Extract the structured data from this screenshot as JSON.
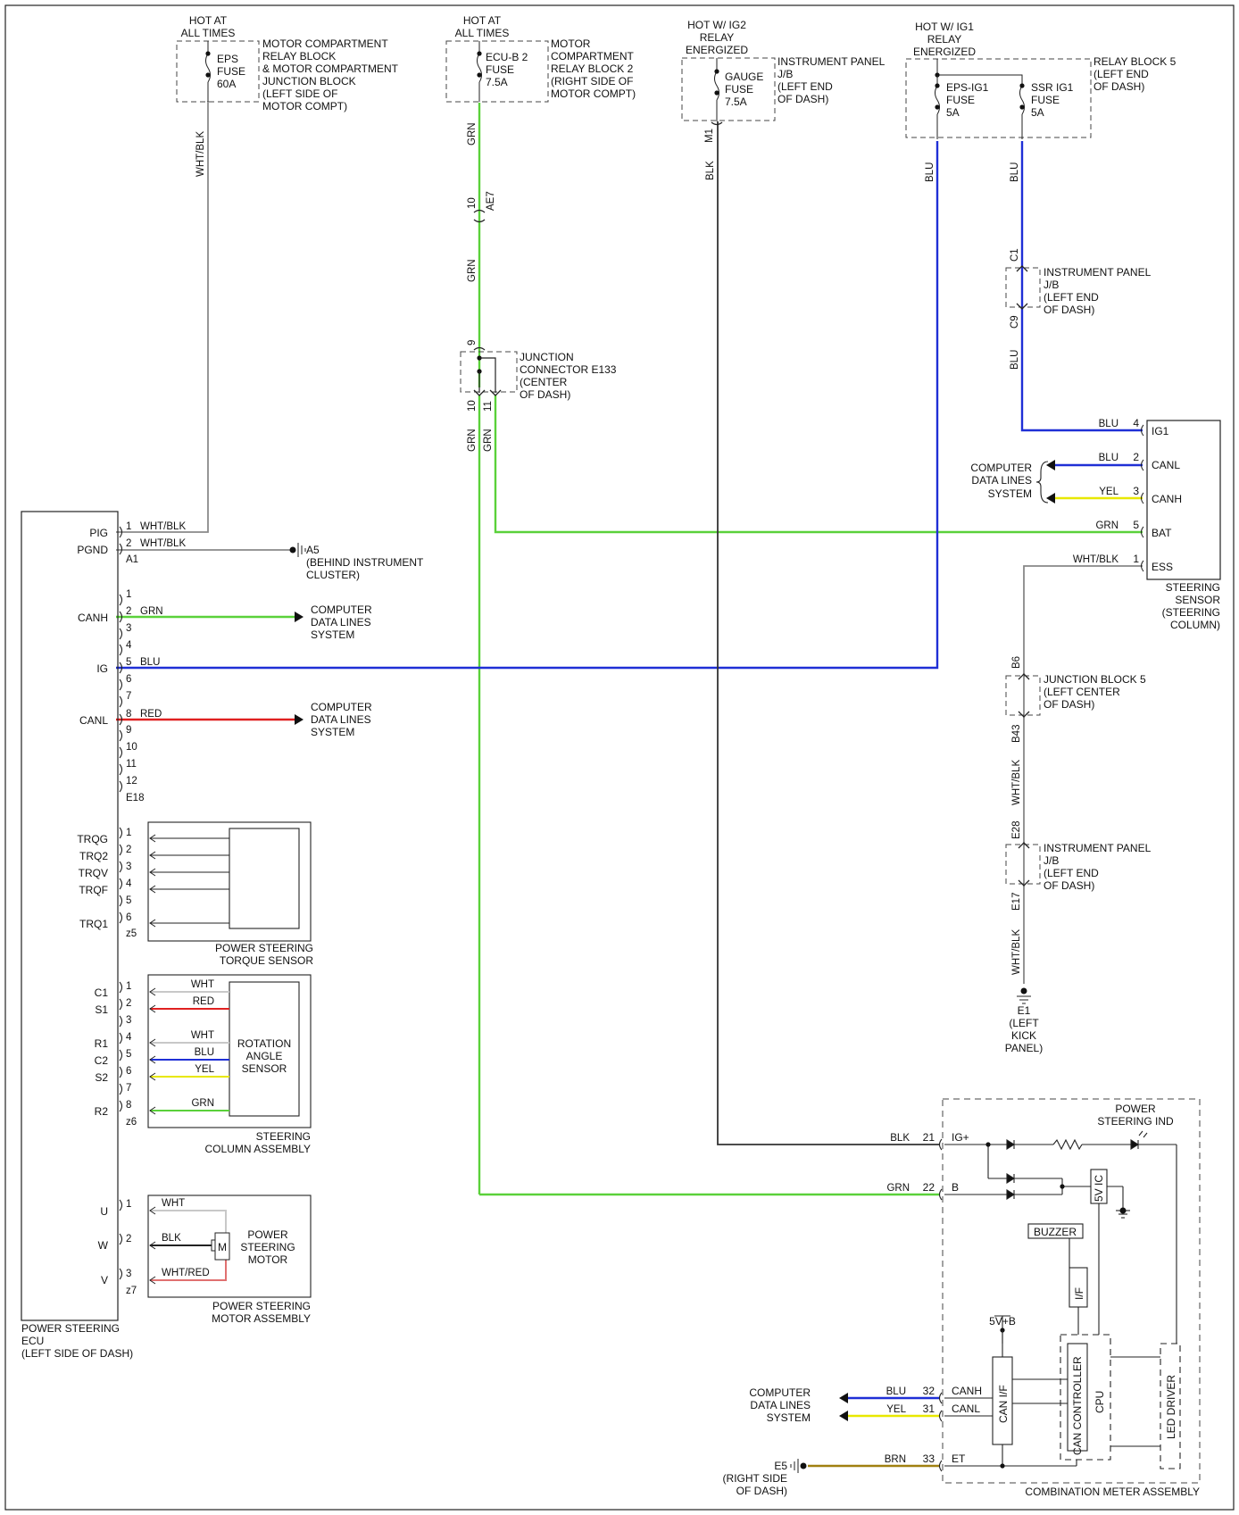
{
  "colors": {
    "WHT_BLK": "#8a8a8a",
    "GRN": "#5ad13a",
    "BLU": "#1f2fd6",
    "BLK": "#333333",
    "YEL": "#e8e800",
    "RED": "#e02020",
    "WHT": "#c8c8c8",
    "WHT_RED": "#e07070",
    "BRN": "#a08010",
    "GRY": "#888888"
  },
  "fuses": {
    "eps": {
      "hot": [
        "HOT AT",
        "ALL TIMES"
      ],
      "fuse": [
        "EPS",
        "FUSE",
        "60A"
      ],
      "location": [
        "MOTOR COMPARTMENT",
        "RELAY BLOCK",
        "& MOTOR COMPARTMENT",
        "JUNCTION BLOCK",
        "(LEFT SIDE OF",
        "MOTOR COMPT)"
      ]
    },
    "ecub2": {
      "hot": [
        "HOT AT",
        "ALL TIMES"
      ],
      "fuse": [
        "ECU-B 2",
        "FUSE",
        "7.5A"
      ],
      "location": [
        "MOTOR",
        "COMPARTMENT",
        "RELAY BLOCK 2",
        "(RIGHT SIDE OF",
        "MOTOR COMPT)"
      ]
    },
    "gauge": {
      "hot": [
        "HOT W/ IG2",
        "RELAY",
        "ENERGIZED"
      ],
      "fuse": [
        "GAUGE",
        "FUSE",
        "7.5A"
      ],
      "location": [
        "INSTRUMENT PANEL",
        "J/B",
        "(LEFT END",
        "OF DASH)"
      ],
      "pin": "M1"
    },
    "ig1": {
      "hot": [
        "HOT W/ IG1",
        "RELAY",
        "ENERGIZED"
      ],
      "fuse1": [
        "EPS-IG1",
        "FUSE",
        "5A"
      ],
      "fuse2": [
        "SSR IG1",
        "FUSE",
        "5A"
      ],
      "location": [
        "RELAY BLOCK 5",
        "(LEFT END",
        "OF DASH)"
      ]
    }
  },
  "connectors": {
    "ae7": {
      "pin": "10",
      "name": "AE7"
    },
    "e133": {
      "pins": [
        "9",
        "10",
        "11"
      ],
      "label": [
        "JUNCTION",
        "CONNECTOR E133",
        "(CENTER",
        "OF DASH)"
      ]
    },
    "ipjb_c": {
      "top": "C1",
      "bottom": "C9",
      "label": [
        "INSTRUMENT PANEL",
        "J/B",
        "(LEFT END",
        "OF DASH)"
      ]
    },
    "jb5": {
      "top": "B6",
      "bottom": "B43",
      "label": [
        "JUNCTION BLOCK 5",
        "(LEFT CENTER",
        "OF DASH)"
      ]
    },
    "ipjb_e": {
      "top": "E28",
      "bottom": "E17",
      "label": [
        "INSTRUMENT PANEL",
        "J/B",
        "(LEFT END",
        "OF DASH)"
      ]
    }
  },
  "wire_labels": {
    "eps_v": "WHT/BLK",
    "ecub_v1": "GRN",
    "ecub_v2": "GRN",
    "gauge_v": "BLK",
    "epsig1_v": "BLU",
    "ssr_v1": "BLU",
    "ssr_v2": "BLU",
    "e133_out10": "GRN",
    "e133_out11": "GRN",
    "ess_v1": "WHT/BLK",
    "ess_v2": "WHT/BLK"
  },
  "ground": {
    "a5": [
      "A5",
      "(BEHIND INSTRUMENT",
      "CLUSTER)"
    ],
    "e1": [
      "E1",
      "(LEFT",
      "KICK",
      "PANEL)"
    ],
    "e5": [
      "E5",
      "(RIGHT SIDE",
      "OF DASH)"
    ]
  },
  "ecu": {
    "name": [
      "POWER STEERING",
      "ECU",
      "(LEFT SIDE OF DASH)"
    ],
    "terminals": [
      {
        "label": "PIG",
        "pin": "1",
        "wire": "WHT/BLK"
      },
      {
        "label": "PGND",
        "pin": "2",
        "wire": "WHT/BLK"
      },
      {
        "label": "CANH",
        "pin": "2",
        "wire": "GRN"
      },
      {
        "label": "IG",
        "pin": "5",
        "wire": "BLU"
      },
      {
        "label": "CANL",
        "pin": "8",
        "wire": "RED"
      }
    ],
    "a1": "A1",
    "e18_pins": [
      "1",
      "3",
      "4",
      "6",
      "7",
      "9",
      "10",
      "11",
      "12"
    ],
    "e18": "E18",
    "cdl1": [
      "COMPUTER",
      "DATA LINES",
      "SYSTEM"
    ],
    "cdl2": [
      "COMPUTER",
      "DATA LINES",
      "SYSTEM"
    ]
  },
  "torque": {
    "terminals": [
      "TRQG",
      "TRQ2",
      "TRQV",
      "TRQF",
      "TRQ1"
    ],
    "pins": [
      "1",
      "2",
      "3",
      "4",
      "5",
      "6"
    ],
    "conn": "z5",
    "name": [
      "POWER STEERING",
      "TORQUE SENSOR"
    ]
  },
  "rotation": {
    "terminals": [
      {
        "label": "C1",
        "pin": "1",
        "wire": "WHT"
      },
      {
        "label": "S1",
        "pin": "2",
        "wire": "RED"
      },
      {
        "label": "",
        "pin": "3",
        "wire": ""
      },
      {
        "label": "R1",
        "pin": "4",
        "wire": "WHT"
      },
      {
        "label": "C2",
        "pin": "5",
        "wire": "BLU"
      },
      {
        "label": "S2",
        "pin": "6",
        "wire": "YEL"
      },
      {
        "label": "",
        "pin": "7",
        "wire": ""
      },
      {
        "label": "R2",
        "pin": "8",
        "wire": "GRN"
      }
    ],
    "conn": "z6",
    "sensor": [
      "ROTATION",
      "ANGLE",
      "SENSOR"
    ],
    "name": [
      "STEERING",
      "COLUMN ASSEMBLY"
    ]
  },
  "motor": {
    "terminals": [
      {
        "label": "U",
        "pin": "1",
        "wire": "WHT"
      },
      {
        "label": "W",
        "pin": "2",
        "wire": "BLK"
      },
      {
        "label": "V",
        "pin": "3",
        "wire": "WHT/RED"
      }
    ],
    "conn": "z7",
    "symbol": "M",
    "motor_name": [
      "POWER",
      "STEERING",
      "MOTOR"
    ],
    "name": [
      "POWER STEERING",
      "MOTOR ASSEMBLY"
    ]
  },
  "steering_sensor": {
    "terminals": [
      {
        "label": "IG1",
        "pin": "4",
        "wire": "BLU"
      },
      {
        "label": "CANL",
        "pin": "2",
        "wire": "BLU"
      },
      {
        "label": "CANH",
        "pin": "3",
        "wire": "YEL"
      },
      {
        "label": "BAT",
        "pin": "5",
        "wire": "GRN"
      },
      {
        "label": "ESS",
        "pin": "1",
        "wire": "WHT/BLK"
      }
    ],
    "cdl": [
      "COMPUTER",
      "DATA LINES",
      "SYSTEM"
    ],
    "name": [
      "STEERING",
      "SENSOR",
      "(STEERING",
      "COLUMN)"
    ]
  },
  "meter": {
    "ind": [
      "POWER",
      "STEERING IND"
    ],
    "terminals": [
      {
        "label": "IG+",
        "pin": "21",
        "wire": "BLK"
      },
      {
        "label": "B",
        "pin": "22",
        "wire": "GRN"
      },
      {
        "label": "CANH",
        "pin": "32",
        "wire": "BLU"
      },
      {
        "label": "CANL",
        "pin": "31",
        "wire": "YEL"
      },
      {
        "label": "ET",
        "pin": "33",
        "wire": "BRN"
      }
    ],
    "buzzer": "BUZZER",
    "if": "I/F",
    "ic": "5V IC",
    "v5b": "5V+B",
    "canif": "CAN I/F",
    "cancon": "CAN CONTROLLER",
    "cpu": "CPU",
    "led": "LED DRIVER",
    "cdl": [
      "COMPUTER",
      "DATA LINES",
      "SYSTEM"
    ],
    "name": "COMBINATION METER ASSEMBLY"
  }
}
